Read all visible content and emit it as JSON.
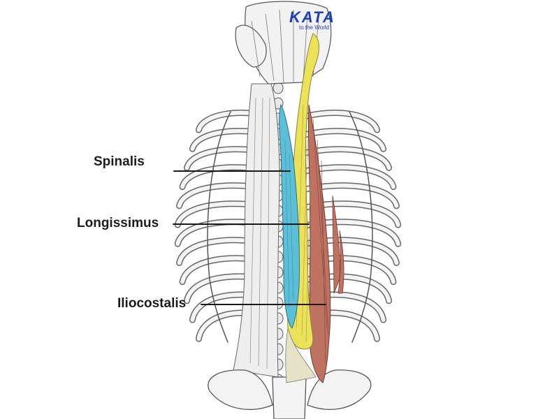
{
  "logo": {
    "name": "KATA",
    "tagline": "to the World"
  },
  "labels": {
    "spinalis": "Spinalis",
    "longissimus": "Longissimus",
    "iliocostalis": "Iliocostalis"
  },
  "colors": {
    "logo": "#1f3fb0",
    "spinalis": "#5bbfd8",
    "longissimus": "#ece25a",
    "iliocostalis": "#bf7262",
    "leader_line": "#1a1a1a",
    "sketch": "#5a5a5a"
  }
}
